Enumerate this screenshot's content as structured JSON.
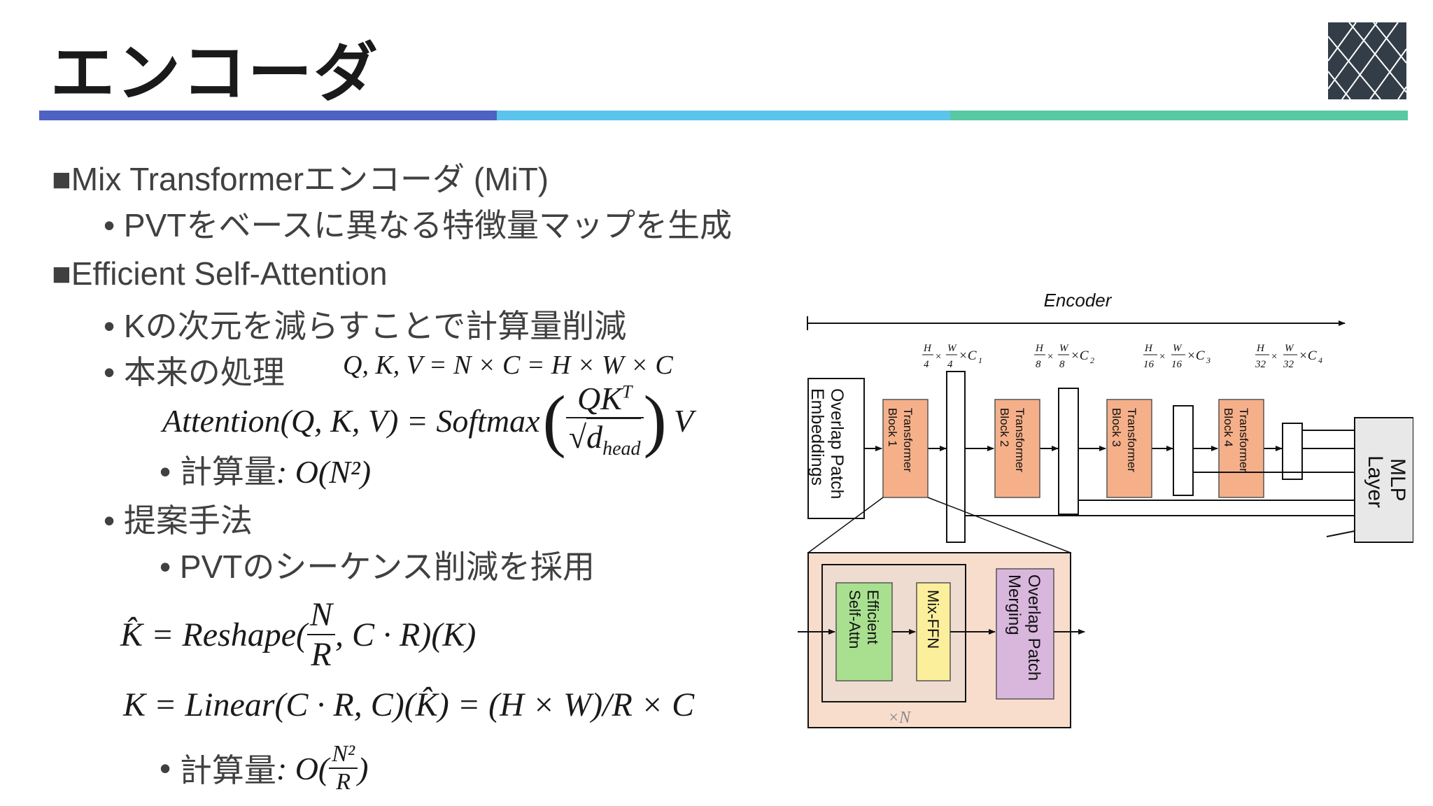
{
  "slide": {
    "title": "エンコーダ",
    "colors": {
      "bar1": "#4e62c2",
      "bar2": "#5bc4ea",
      "bar3": "#58c9a3",
      "logo_bg": "#333d48"
    }
  },
  "bullets": {
    "mit_heading": "Mix Transformerエンコーダ (MiT)",
    "mit_sub": "PVTをベースに異なる特徴量マップを生成",
    "esa_heading": "Efficient Self-Attention",
    "esa_sub1": "Kの次元を減らすことで計算量削減",
    "esa_sub2": "本来の処理",
    "qkv_formula": "Q, K, V = N × C = H × W × C",
    "attn_lhs": "Attention(Q, K, V) = Softmax",
    "attn_num": "QK",
    "attn_num_sup": "T",
    "attn_den": "d",
    "attn_den_sub": "head",
    "attn_v": "V",
    "cost_label": "計算量",
    "cost_orig": ": O(N²)",
    "proposed": "提案手法",
    "proposed_sub": "PVTのシーケンス削減を採用",
    "reshape_lhs": "K̂  = Reshape(",
    "reshape_num": "N",
    "reshape_den": "R",
    "reshape_rhs": ", C · R)(K)",
    "linear_formula": "K = Linear(C · R, C)(K̂) = (H × W)/R × C",
    "cost_new_prefix": ": O(",
    "cost_new_num": "N²",
    "cost_new_den": "R",
    "cost_new_suffix": ")"
  },
  "diagram": {
    "encoder_label": "Encoder",
    "dims": [
      {
        "h": "H",
        "hd": "4",
        "w": "W",
        "wd": "4",
        "c": "×C",
        "ci": "1"
      },
      {
        "h": "H",
        "hd": "8",
        "w": "W",
        "wd": "8",
        "c": "×C",
        "ci": "2"
      },
      {
        "h": "H",
        "hd": "16",
        "w": "W",
        "wd": "16",
        "c": "×C",
        "ci": "3"
      },
      {
        "h": "H",
        "hd": "32",
        "w": "W",
        "wd": "32",
        "c": "×C",
        "ci": "4"
      }
    ],
    "times": "×",
    "overlap_patch_embeddings": [
      "Overlap Patch",
      "Embeddings"
    ],
    "blocks": [
      [
        "Transformer",
        "Block 1"
      ],
      [
        "Transformer",
        "Block 2"
      ],
      [
        "Transformer",
        "Block 3"
      ],
      [
        "Transformer",
        "Block 4"
      ]
    ],
    "mlp_layer": [
      "MLP",
      "Layer"
    ],
    "efficient_self_attn": [
      "Efficient",
      "Self-Attn"
    ],
    "mix_ffn": "Mix-FFN",
    "overlap_patch_merging": [
      "Overlap Patch",
      "Merging"
    ],
    "times_n": "×N",
    "colors": {
      "block": "#f5b08a",
      "inner_bg": "#f7d8c6",
      "attn": "#a8e08f",
      "ffn": "#fbef9c",
      "merge": "#d9b7dd"
    }
  }
}
